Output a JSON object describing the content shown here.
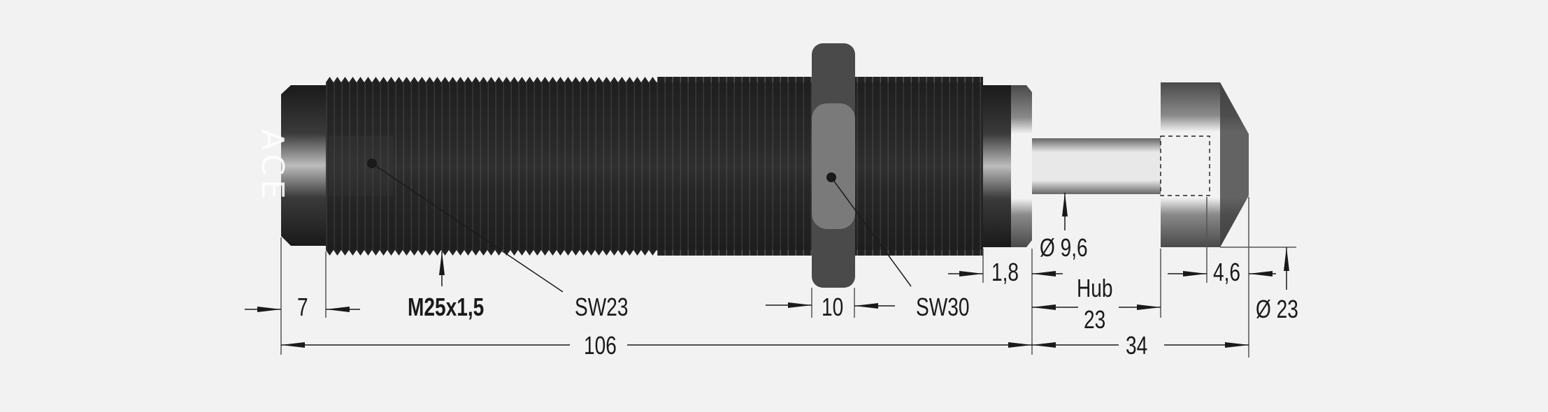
{
  "drawing": {
    "brand_mark": "ACE",
    "subject": "Industrial shock absorber, side view with dimensions",
    "colors": {
      "background": "#f1f2f1",
      "body": "#222222",
      "hex_nut": "#4a4a4a",
      "hex_nut_face": "#7a7a7a",
      "chrome": "#d9d9d9",
      "dimension_line": "#1a1a1a"
    }
  },
  "labels": {
    "thread": "M25x1,5",
    "sw23": "SW23",
    "sw30": "SW30",
    "dim_7": "7",
    "dim_10": "10",
    "dim_1_8": "1,8",
    "dim_rod_dia": "Ø 9,6",
    "hub_label": "Hub",
    "dim_hub": "23",
    "dim_4_6": "4,6",
    "dim_head_dia": "Ø 23",
    "dim_106": "106",
    "dim_34": "34"
  }
}
